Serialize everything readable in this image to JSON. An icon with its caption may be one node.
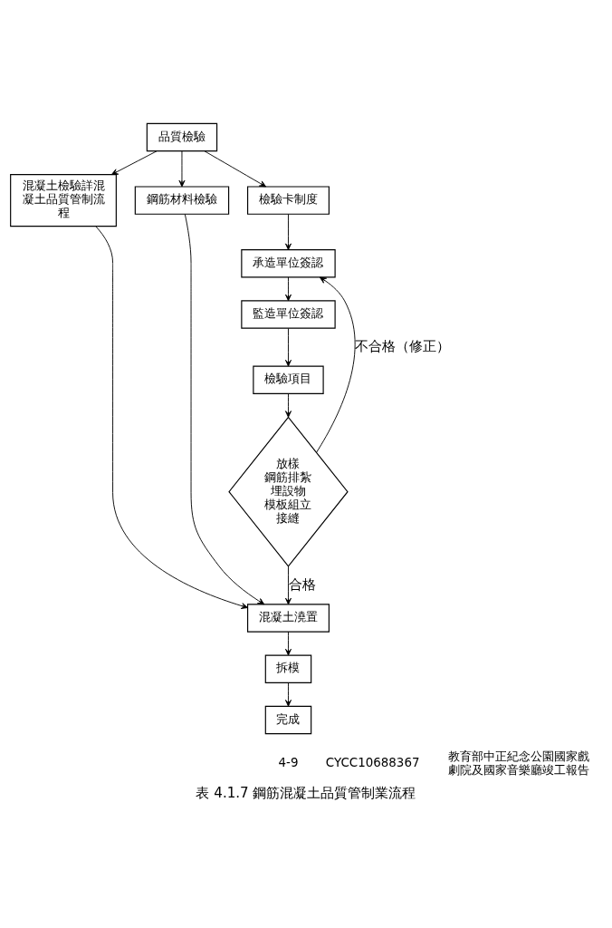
{
  "diagram": {
    "caption": "表 4.1.7 鋼筋混凝土品質管制業流程",
    "nodes": [
      {
        "text": [
          "品質檢驗"
        ]
      },
      {
        "text": [
          "混凝土檢驗詳混凝土品質管制流程"
        ]
      },
      {
        "text": [
          "鋼筋材料檢驗"
        ]
      },
      {
        "text": [
          "檢驗卡制度"
        ]
      },
      {
        "text": [
          "承造單位簽認"
        ]
      },
      {
        "text": [
          "監造單位簽認"
        ]
      },
      {
        "text": [
          "檢驗項目"
        ]
      },
      {
        "text": [
          "放樣",
          "鋼筋排紮",
          "埋設物",
          "模板組立",
          "接縫"
        ]
      },
      {
        "text": [
          "混凝土澆置"
        ]
      },
      {
        "text": [
          "拆模"
        ]
      },
      {
        "text": [
          "完成"
        ]
      }
    ],
    "edges": [
      {
        "from": 0,
        "to": 1,
        "arrow": "to"
      },
      {
        "from": 0,
        "to": 2,
        "arrow": "to"
      },
      {
        "from": 0,
        "to": 3,
        "arrow": "to"
      },
      {
        "from": 3,
        "to": 4,
        "arrow": "to"
      },
      {
        "from": 4,
        "to": 5,
        "arrow": "to"
      },
      {
        "from": 5,
        "to": 6,
        "arrow": "to"
      },
      {
        "from": 6,
        "to": 7,
        "arrow": "to"
      },
      {
        "from": 7,
        "to": 4,
        "arrow": "to",
        "label": "不合格（修正）"
      },
      {
        "from": 7,
        "to": 8,
        "arrow": "to",
        "label": "合格"
      },
      {
        "from": 1,
        "to": 8,
        "arrow": "to"
      },
      {
        "from": 2,
        "to": 8,
        "arrow": "to"
      },
      {
        "from": 8,
        "to": 9,
        "arrow": "to"
      },
      {
        "from": 9,
        "to": 10,
        "arrow": "to"
      }
    ],
    "labels": [
      "4-9",
      "CYCC10688367",
      "教育部中正紀念公園國家戲劇院及國家音樂廳竣工報告"
    ]
  }
}
